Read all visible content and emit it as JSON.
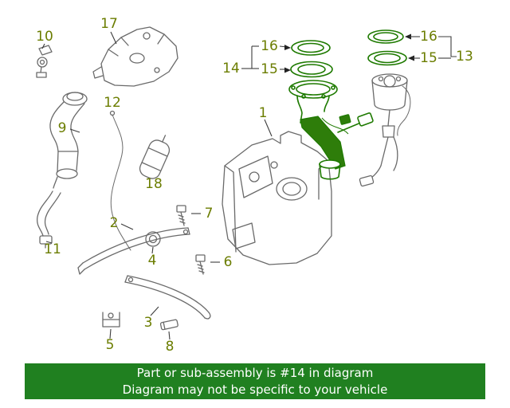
{
  "callouts": {
    "c1": "1",
    "c2": "2",
    "c3": "3",
    "c4": "4",
    "c5": "5",
    "c6": "6",
    "c7": "7",
    "c8": "8",
    "c9": "9",
    "c10": "10",
    "c11": "11",
    "c12": "12",
    "c13": "13",
    "c14": "14",
    "c15_left": "15",
    "c16_left": "16",
    "c15_right": "15",
    "c16_right": "16",
    "c17": "17",
    "c18": "18"
  },
  "banner": {
    "line1": "Part or sub-assembly is #14 in diagram",
    "line2": "Diagram may not be specific to your vehicle"
  },
  "colors": {
    "background": "#ffffff",
    "line_art_gray": "#6a6a6a",
    "highlight_green": "#1e7a00",
    "highlight_green_dark": "#2e7d0a",
    "callout_text": "#6b7d00",
    "banner_background": "#208020",
    "banner_text": "#ffffff"
  }
}
